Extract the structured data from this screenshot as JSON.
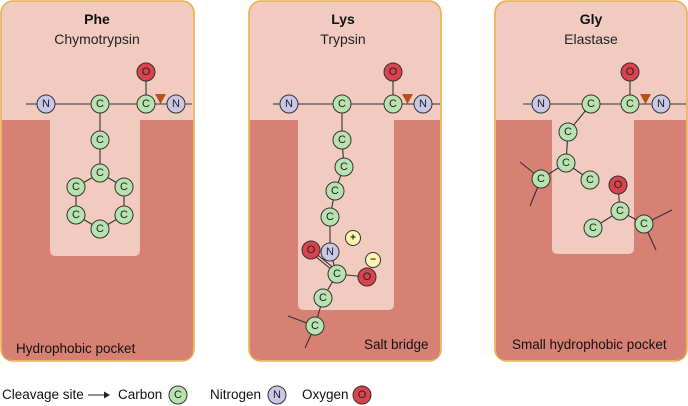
{
  "panels": [
    {
      "residue": "Phe",
      "enzyme": "Chymotrypsin",
      "pocket_label": "Hydrophobic pocket"
    },
    {
      "residue": "Lys",
      "enzyme": "Trypsin",
      "pocket_label": "Salt bridge"
    },
    {
      "residue": "Gly",
      "enzyme": "Elastase",
      "pocket_label": "Small hydrophobic pocket"
    }
  ],
  "atoms": {
    "carbon": "C",
    "nitrogen": "N",
    "oxygen": "O"
  },
  "charges": {
    "positive": "+",
    "negative": "−"
  },
  "legend": {
    "cleavage_site": "Cleavage site",
    "carbon": "Carbon",
    "nitrogen": "Nitrogen",
    "oxygen": "Oxygen"
  },
  "colors": {
    "panel_light": "#f2cbc0",
    "panel_border": "#e8b14e",
    "pocket_dark": "#d78174",
    "carbon_fill": "#b8e2b0",
    "nitrogen_fill": "#c9c6e6",
    "oxygen_fill": "#d9434d",
    "charge_fill": "#fbf3b0",
    "arrowhead": "#b8501a"
  }
}
